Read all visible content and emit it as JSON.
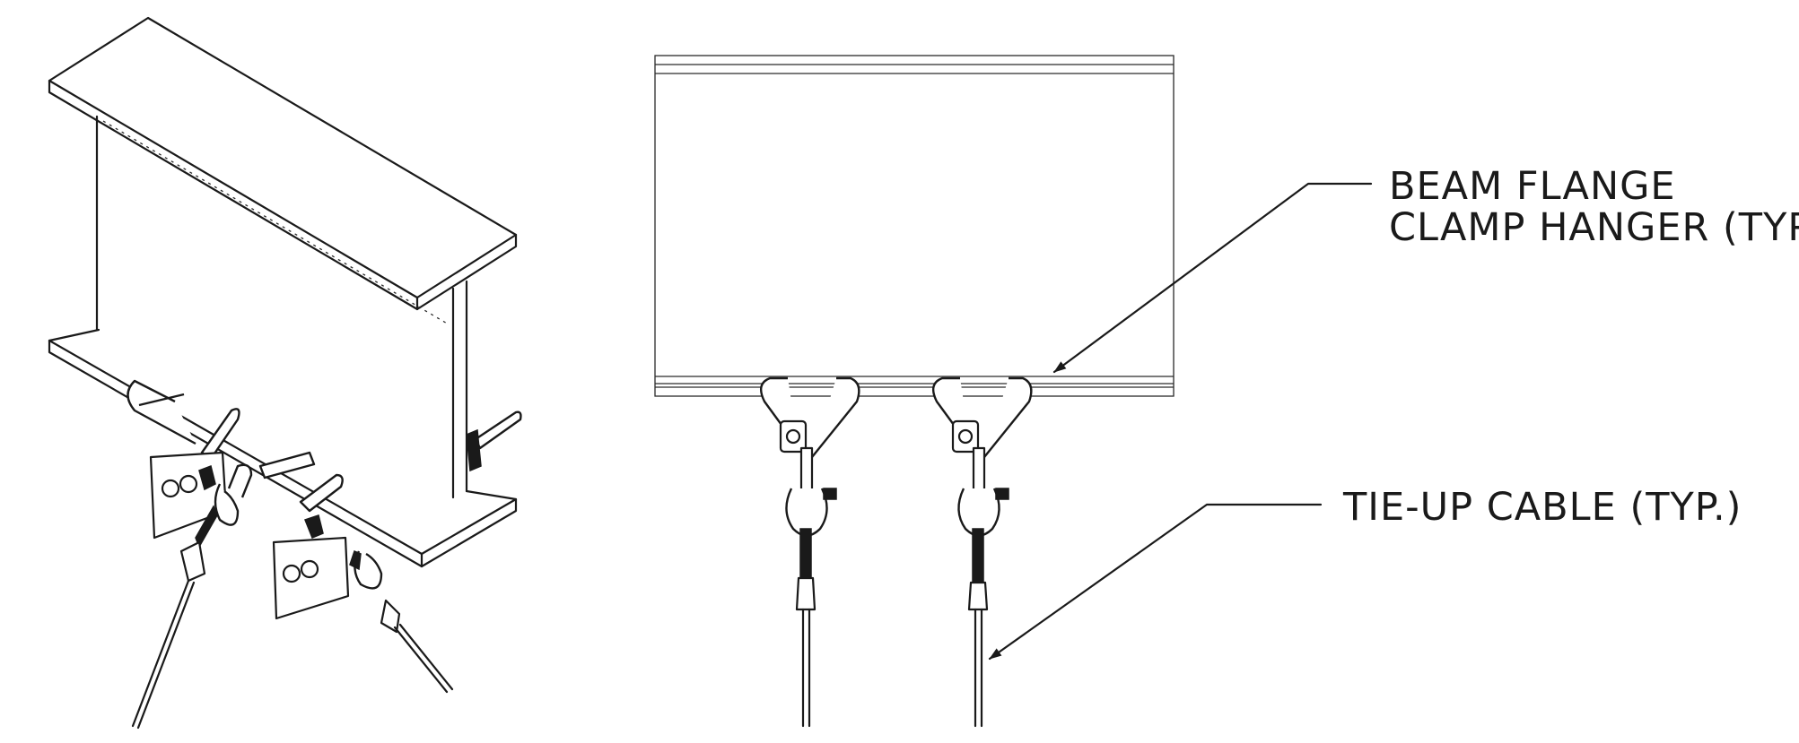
{
  "labels": {
    "clamp_line1": "BEAM FLANGE",
    "clamp_line2": "CLAMP HANGER (TYP.)",
    "cable": "TIE-UP CABLE (TYP.)"
  },
  "colors": {
    "ink": "#1a1a1a",
    "paper": "#ffffff"
  }
}
